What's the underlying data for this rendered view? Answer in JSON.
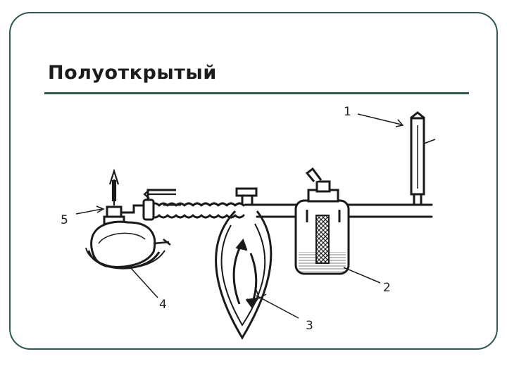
{
  "slide": {
    "title": "Полуоткрытый",
    "colors": {
      "frame": "#2f5b4f",
      "ink": "#1b1b1b"
    }
  },
  "diagram": {
    "labels": [
      {
        "id": "1",
        "text": "1"
      },
      {
        "id": "2",
        "text": "2"
      },
      {
        "id": "3",
        "text": "3"
      },
      {
        "id": "4",
        "text": "4"
      },
      {
        "id": "5",
        "text": "5"
      }
    ]
  }
}
